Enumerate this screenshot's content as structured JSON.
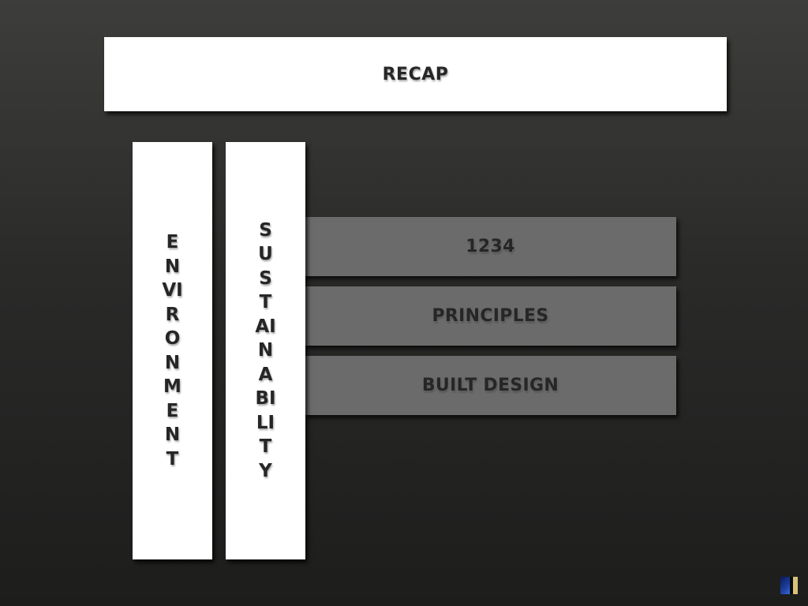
{
  "slide": {
    "title": "RECAP",
    "pillars": {
      "environment": "ENVIRONMENT",
      "sustainability": "SUSTAINABILITY"
    },
    "bands": [
      "1234",
      "PRINCIPLES",
      "BUILT DESIGN"
    ]
  },
  "colors": {
    "background_top": "#3d3d3b",
    "background_bottom": "#1d1d1c",
    "panel": "#ffffff",
    "band": "#6b6b6b",
    "text": "#262626"
  },
  "icons": {
    "corner_logo": "corner-logo-icon"
  }
}
